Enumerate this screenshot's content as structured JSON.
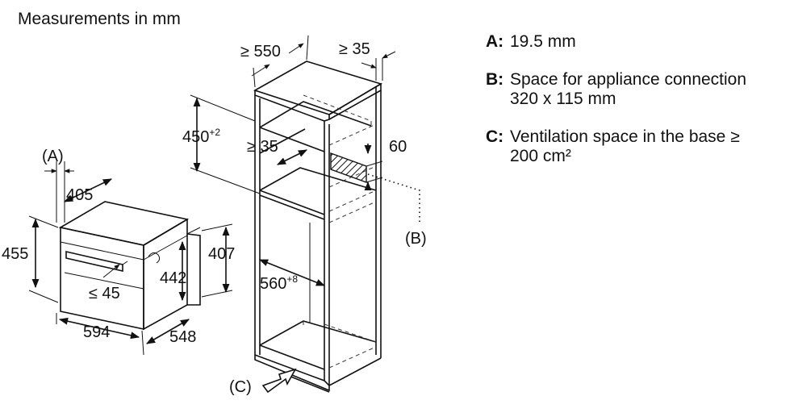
{
  "title": "Measurements in mm",
  "legend": [
    {
      "key": "A:",
      "line1": "19.5 mm",
      "line2": ""
    },
    {
      "key": "B:",
      "line1": "Space for appliance connection",
      "line2": "320 x 115 mm"
    },
    {
      "key": "C:",
      "line1": "Ventilation space in the base ≥",
      "line2": "200 cm²"
    }
  ],
  "appliance": {
    "label_a": "(A)",
    "dim_405": "405",
    "dim_455": "455",
    "dim_407": "407",
    "dim_442": "442",
    "dim_45": "≤ 45",
    "dim_594": "594",
    "dim_548": "548"
  },
  "cabinet": {
    "dim_550": "≥ 550",
    "dim_35_top": "≥ 35",
    "dim_450": "450",
    "dim_450_sup": "+2",
    "dim_35_mid": "≥ 35",
    "dim_60": "60",
    "label_b": "(B)",
    "dim_560": "560",
    "dim_560_sup": "+8",
    "label_c": "(C)"
  }
}
